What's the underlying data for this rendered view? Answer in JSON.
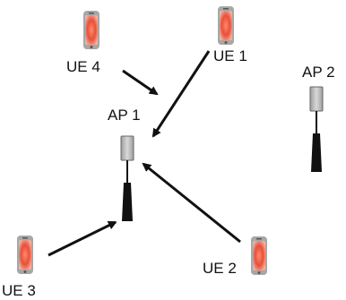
{
  "access_points": [
    {
      "id": "ap1",
      "label": "AP 1"
    },
    {
      "id": "ap2",
      "label": "AP 2"
    }
  ],
  "user_equipment": [
    {
      "id": "ue1",
      "label": "UE 1",
      "connected_to": "ap1"
    },
    {
      "id": "ue2",
      "label": "UE 2",
      "connected_to": "ap1"
    },
    {
      "id": "ue3",
      "label": "UE 3",
      "connected_to": "ap1"
    },
    {
      "id": "ue4",
      "label": "UE 4",
      "connected_to": "ap1"
    }
  ],
  "colors": {
    "phone_screen": "#e8503a",
    "phone_glow": "#f7b8a8",
    "phone_body": "#9a9a9a",
    "ap_body": "#bdbdbd",
    "ap_handle": "#111111",
    "arrow": "#111111"
  },
  "icons": {
    "ue": "mobile-phone-icon",
    "ap": "access-point-antenna-icon"
  }
}
